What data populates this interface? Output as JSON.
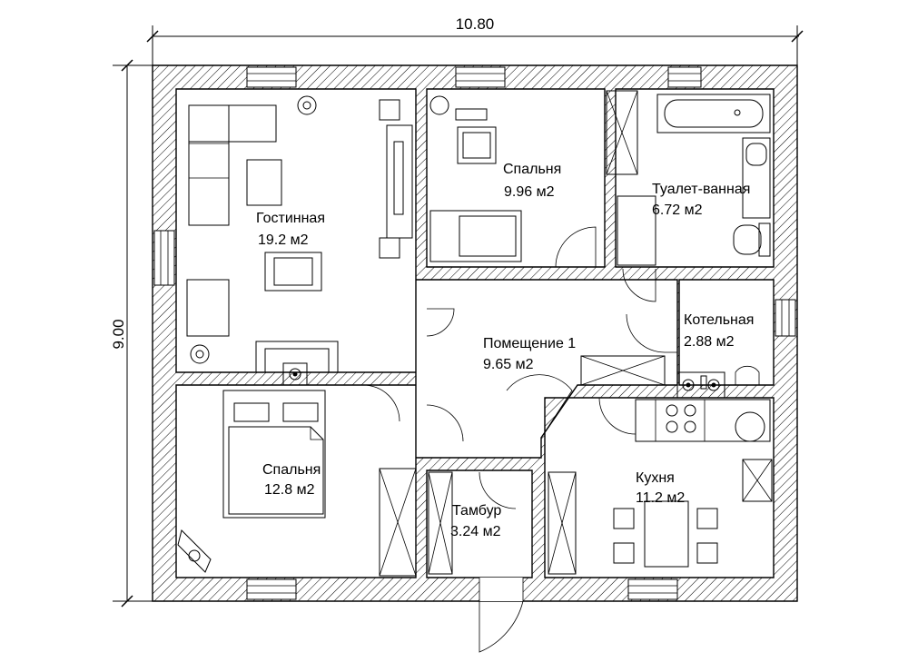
{
  "dimensions": {
    "width": "10.80",
    "height": "9.00"
  },
  "rooms": {
    "living": {
      "name": "Гостинная",
      "area": "19.2 м2"
    },
    "bedroom_top": {
      "name": "Спальня",
      "area": "9.96 м2"
    },
    "bathroom": {
      "name": "Туалет-ванная",
      "area": "6.72 м2"
    },
    "hall": {
      "name": "Помещение 1",
      "area": "9.65 м2"
    },
    "boiler": {
      "name": "Котельная",
      "area": "2.88 м2"
    },
    "bedroom_bottom": {
      "name": "Спальня",
      "area": "12.8 м2"
    },
    "vestibule": {
      "name": "Тамбур",
      "area": "3.24 м2"
    },
    "kitchen": {
      "name": "Кухня",
      "area": "11.2 м2"
    }
  }
}
